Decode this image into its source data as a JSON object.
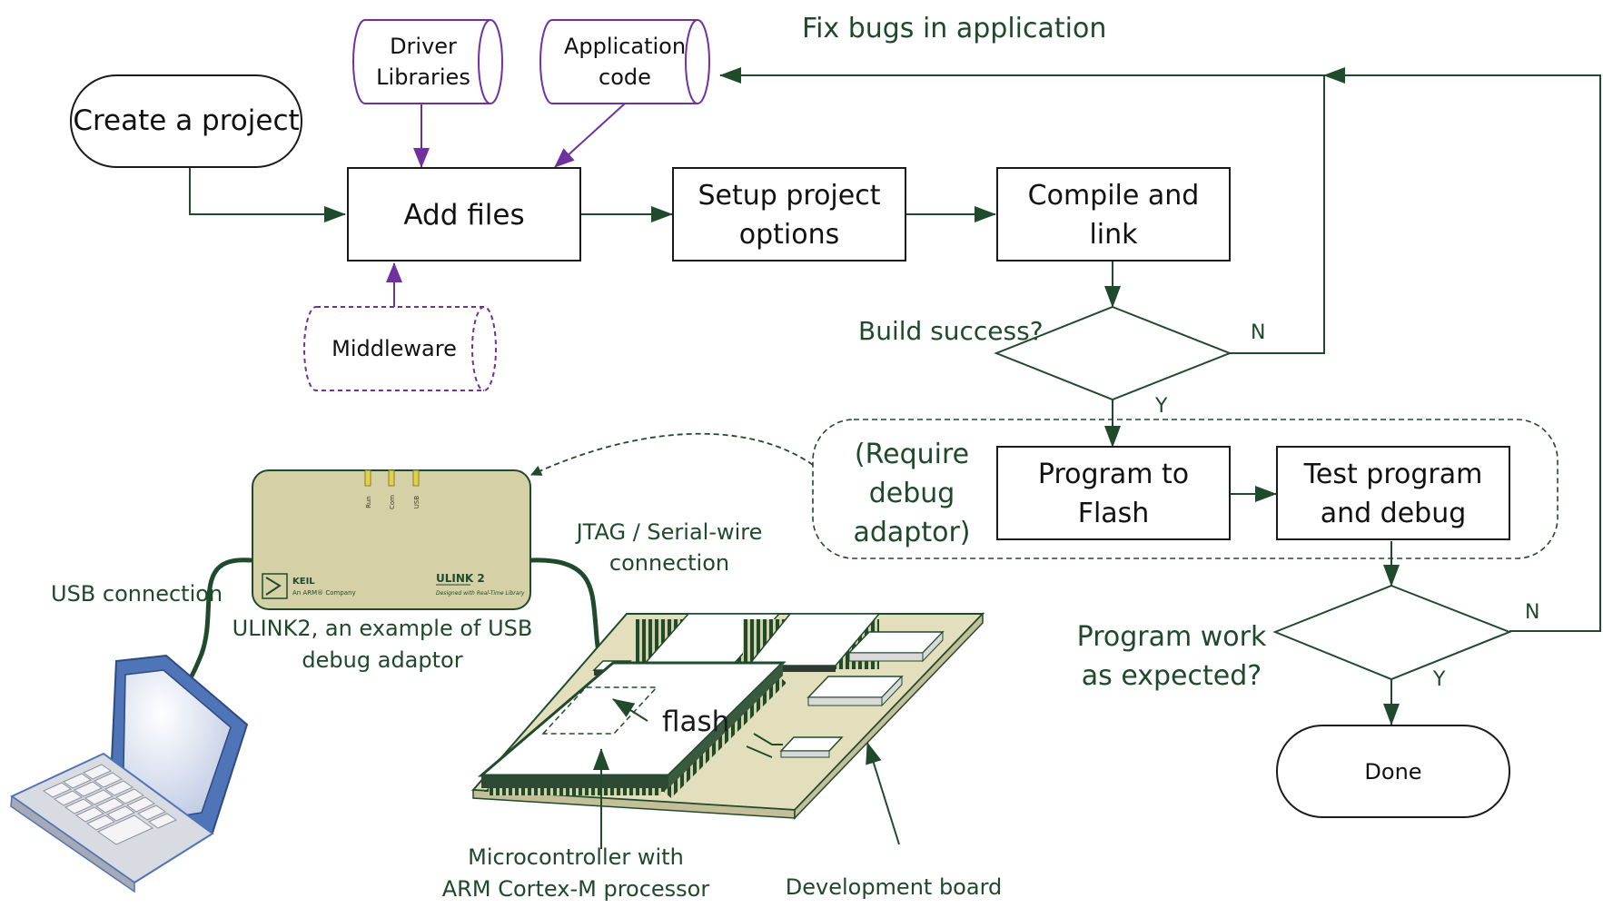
{
  "colors": {
    "flow_green": "#1f4a2c",
    "text_green": "#1e4a2a",
    "purple": "#7030a0",
    "box_stroke": "#1a1a1a",
    "adaptor_fill": "#d5d0a5",
    "led": "#e0d24a",
    "laptop_blue": "#4f74b8"
  },
  "nodes": {
    "create_project": "Create a project",
    "driver_lib_1": "Driver",
    "driver_lib_2": "Libraries",
    "app_code_1": "Application",
    "app_code_2": "code",
    "add_files": "Add files",
    "middleware": "Middleware",
    "setup_1": "Setup project",
    "setup_2": "options",
    "compile_1": "Compile and",
    "compile_2": "link",
    "program_1": "Program to",
    "program_2": "Flash",
    "test_1": "Test program",
    "test_2": "and debug",
    "done": "Done"
  },
  "decisions": {
    "build": "Build success?",
    "work_1": "Program work",
    "work_2": "as expected?",
    "yes": "Y",
    "no": "N"
  },
  "labels": {
    "fix_bugs": "Fix bugs in application",
    "require_1": "(Require",
    "require_2": "debug",
    "require_3": "adaptor)",
    "jtag_1": "JTAG / Serial-wire",
    "jtag_2": "connection",
    "usb": "USB connection",
    "ulink_1": "ULINK2, an example of USB",
    "ulink_2": "debug adaptor",
    "flash": "flash",
    "mcu_1": "Microcontroller with",
    "mcu_2": "ARM Cortex-M processor",
    "dev_board": "Development board"
  },
  "device": {
    "led_1": "Run",
    "led_2": "Com",
    "led_3": "USB",
    "brand": "KEIL",
    "brand_sub": "An ARM® Company",
    "model": "ULINK 2",
    "model_sub": "Designed with Real-Time Library"
  }
}
